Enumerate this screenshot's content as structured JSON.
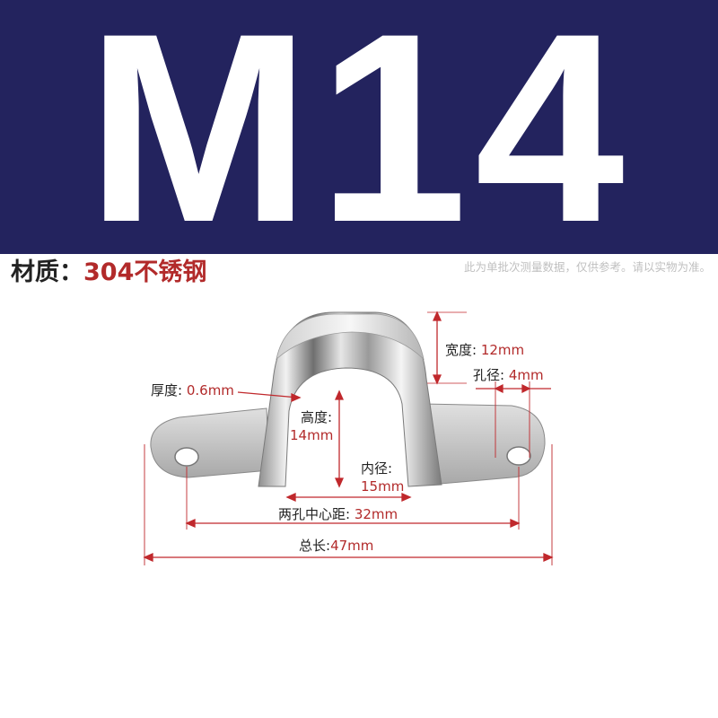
{
  "banner": {
    "title": "M14",
    "background": "#23235e"
  },
  "material": {
    "label": "材质：",
    "value": "304不锈钢",
    "value_color": "#b22a2a"
  },
  "disclaimer": "此为单批次测量数据，仅供参考。请以实物为准。",
  "dimensions": {
    "width": {
      "label": "宽度:",
      "value": "12mm"
    },
    "hole": {
      "label": "孔径:",
      "value": "4mm"
    },
    "thickness": {
      "label": "厚度:",
      "value": "0.6mm"
    },
    "height": {
      "label": "高度:",
      "value": "14mm"
    },
    "inner": {
      "label": "内径:",
      "value": "15mm"
    },
    "spacing": {
      "label": "两孔中心距:",
      "value": "32mm"
    },
    "total": {
      "label": "总长:",
      "value": "47mm"
    }
  },
  "dim_line_color": "#c0282c"
}
